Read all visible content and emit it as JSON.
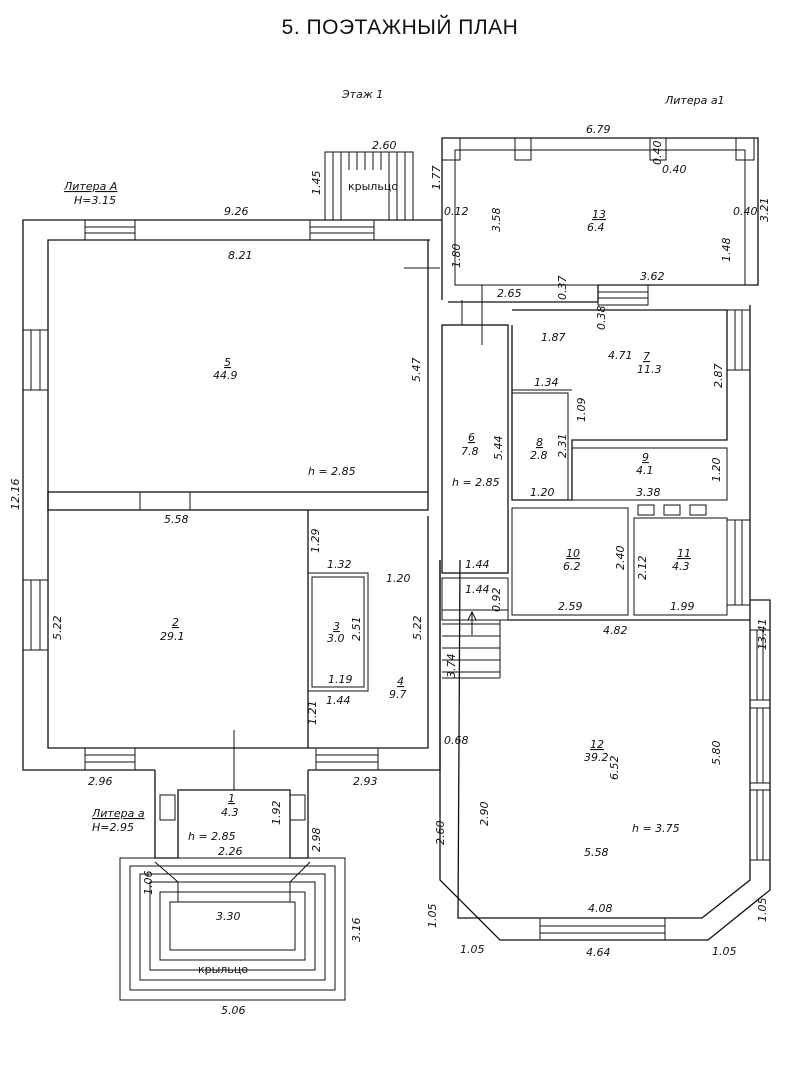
{
  "title": "5. ПОЭТАЖНЫЙ ПЛАН",
  "floor_label": "Этаж 1",
  "litera_a1": "Литера а1",
  "litera_A": {
    "name": "Литера А",
    "height": "Н=3.15"
  },
  "litera_a": {
    "name": "Литера а",
    "height": "Н=2.95"
  },
  "porch_label": "крыльцо",
  "rooms": [
    {
      "num": "1",
      "area": "4.3"
    },
    {
      "num": "2",
      "area": "29.1"
    },
    {
      "num": "3",
      "area": "3.0"
    },
    {
      "num": "4",
      "area": "9.7"
    },
    {
      "num": "5",
      "area": "44.9"
    },
    {
      "num": "6",
      "area": "7.8"
    },
    {
      "num": "7",
      "area": "11.3"
    },
    {
      "num": "8",
      "area": "2.8"
    },
    {
      "num": "9",
      "area": "4.1"
    },
    {
      "num": "10",
      "area": "6.2"
    },
    {
      "num": "11",
      "area": "4.3"
    },
    {
      "num": "12",
      "area": "39.2"
    },
    {
      "num": "13",
      "area": "6.4"
    }
  ],
  "heights": [
    "h = 2.85",
    "h = 2.85",
    "h = 2.85",
    "h = 3.75"
  ],
  "dimensions": [
    "6.79",
    "2.60",
    "1.45",
    "1.77",
    "0.40",
    "0.40",
    "0.12",
    "3.58",
    "0.40",
    "3.21",
    "9.26",
    "8.21",
    "1.80",
    "1.48",
    "2.65",
    "0.37",
    "3.62",
    "0.38",
    "1.87",
    "4.71",
    "2.87",
    "5.47",
    "1.34",
    "1.09",
    "5.44",
    "2.31",
    "12.16",
    "1.20",
    "1.20",
    "3.38",
    "5.58",
    "1.29",
    "1.32",
    "1.20",
    "2.40",
    "2.12",
    "2.51",
    "5.22",
    "5.22",
    "1.44",
    "1.44",
    "0.92",
    "2.59",
    "1.99",
    "4.82",
    "13.41",
    "1.19",
    "3.74",
    "1.44",
    "1.21",
    "0.68",
    "6.52",
    "5.80",
    "2.96",
    "2.93",
    "1.92",
    "2.98",
    "2.90",
    "2.60",
    "2.26",
    "5.58",
    "1.06",
    "4.08",
    "1.05",
    "1.05",
    "3.30",
    "1.05",
    "4.64",
    "1.05",
    "3.16",
    "5.06"
  ]
}
